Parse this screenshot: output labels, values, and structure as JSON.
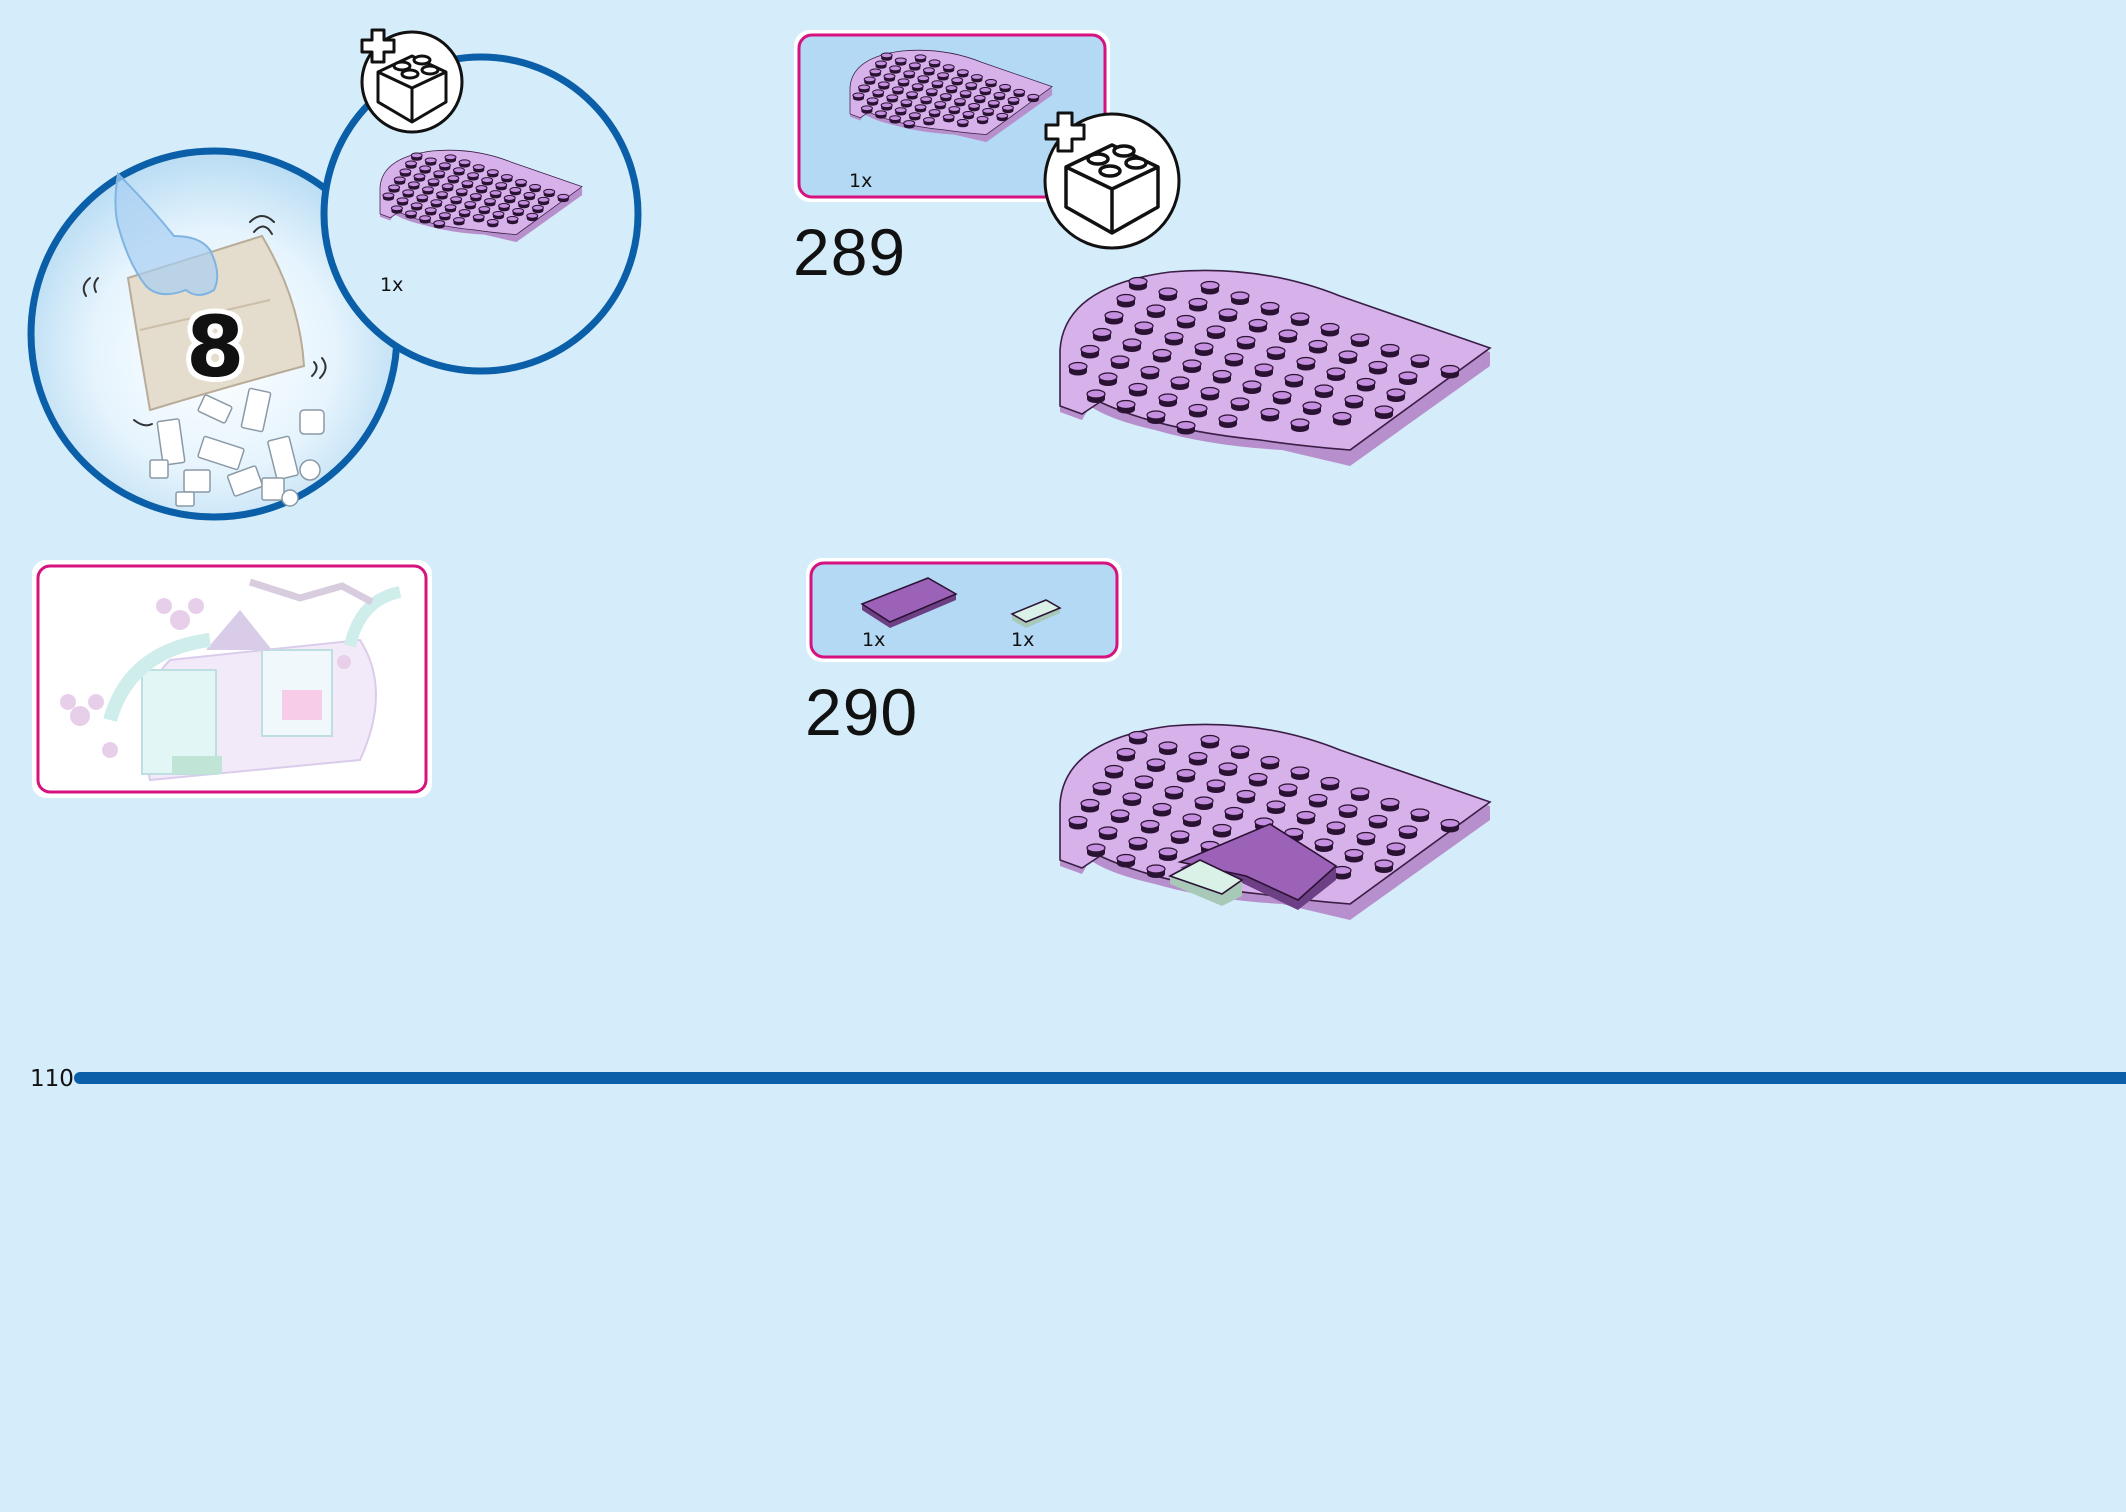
{
  "page": {
    "number": "110"
  },
  "bag": {
    "number": "8"
  },
  "intro_parts": {
    "plate_count": "1x"
  },
  "steps": [
    {
      "number": "289",
      "parts": [
        {
          "name": "lavender-rounded-plate",
          "count": "1x"
        }
      ]
    },
    {
      "number": "290",
      "parts": [
        {
          "name": "dark-purple-tile",
          "count": "1x"
        },
        {
          "name": "light-aqua-tile",
          "count": "1x"
        }
      ]
    }
  ],
  "colors": {
    "background": "#d5ecfa",
    "accent_blue": "#0b5fa8",
    "callout_border": "#d6127f",
    "callout_fill": "#b4d9f5",
    "lavender": "#d3a8e8",
    "dark_purple": "#9c62b8",
    "light_aqua": "#d9f1e6"
  },
  "icons": [
    "hand-icon",
    "bag-icon",
    "new-brick-icon",
    "plus-icon"
  ]
}
